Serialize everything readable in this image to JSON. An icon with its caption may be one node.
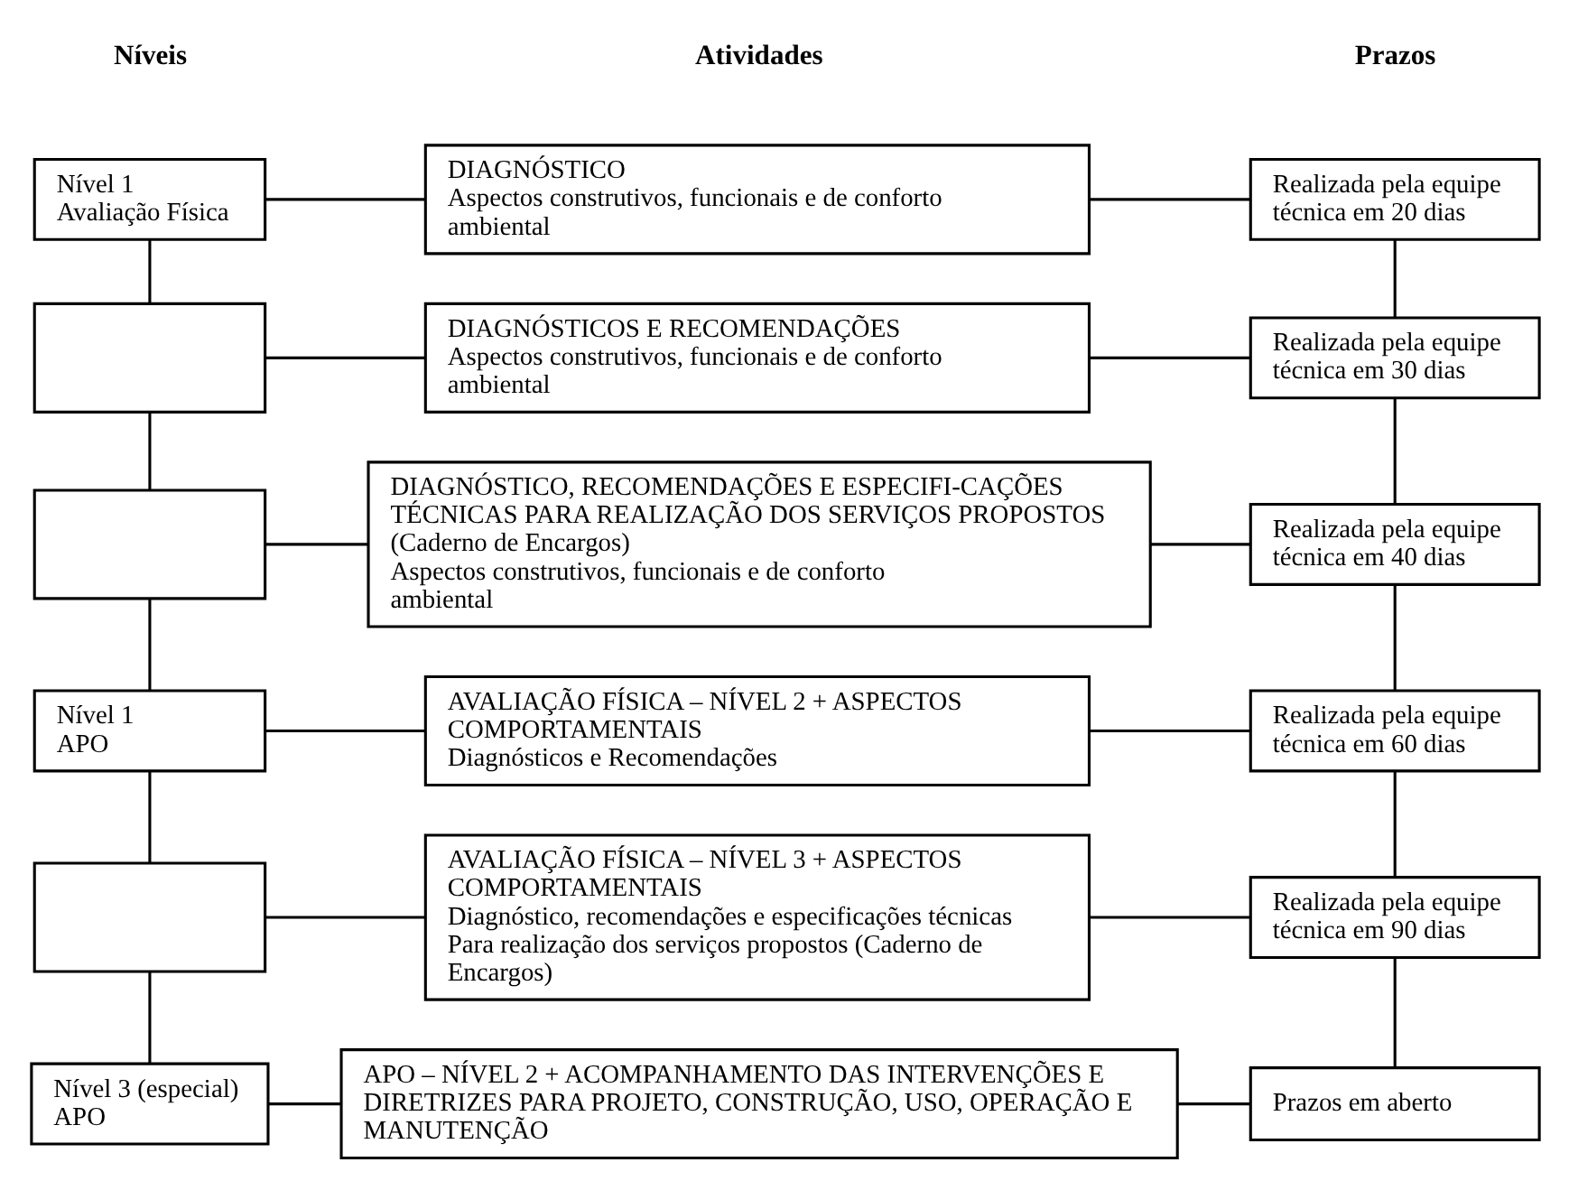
{
  "diagram": {
    "nodes": [
      {
        "text": [
          "Nível 1",
          "Avaliação Física"
        ]
      },
      {
        "text": [
          "DIAGNÓSTICO",
          "Aspectos construtivos, funcionais e de conforto ambiental"
        ]
      },
      {
        "text": [
          "Realizada pela equipe técnica em 20 dias"
        ]
      },
      {
        "text": [],
        "shape": "box"
      },
      {
        "text": [
          "DIAGNÓSTICOS E RECOMENDAÇÕES",
          "Aspectos construtivos, funcionais e de conforto ambiental"
        ]
      },
      {
        "text": [
          "Realizada pela equipe técnica em 30 dias"
        ]
      },
      {
        "text": [],
        "shape": "box"
      },
      {
        "text": [
          "DIAGNÓSTICO, RECOMENDAÇÕES E ESPECIFI-CAÇÕES TÉCNICAS PARA REALIZAÇÃO DOS SERVIÇOS PROPOSTOS (Caderno de Encargos)",
          "Aspectos construtivos, funcionais e de conforto ambiental"
        ]
      },
      {
        "text": [
          "Realizada pela equipe técnica em 40 dias"
        ]
      },
      {
        "text": [
          "Nível 1",
          "APO"
        ]
      },
      {
        "text": [
          "AVALIAÇÃO FÍSICA – NÍVEL 2 + ASPECTOS COMPORTAMENTAIS",
          "Diagnósticos e Recomendações"
        ]
      },
      {
        "text": [
          "Realizada pela equipe técnica em 60 dias"
        ]
      },
      {
        "text": [],
        "shape": "box"
      },
      {
        "text": [
          "AVALIAÇÃO FÍSICA – NÍVEL 3 + ASPECTOS COMPORTAMENTAIS",
          "Diagnóstico, recomendações e especificações técnicas",
          "Para realização dos serviços propostos (Caderno de Encargos)"
        ]
      },
      {
        "text": [
          "Realizada pela equipe técnica em 90 dias"
        ]
      },
      {
        "text": [
          "Nível 3 (especial)",
          "APO"
        ]
      },
      {
        "text": [
          "APO – NÍVEL 2 + ACOMPANHAMENTO DAS INTERVENÇÕES E DIRETRIZES PARA PROJETO, CONSTRUÇÃO, USO, OPERAÇÃO E MANUTENÇÃO"
        ]
      },
      {
        "text": [
          "Prazos em aberto"
        ]
      }
    ],
    "edges": [
      {
        "from": 0,
        "to": 1,
        "arrow": "none"
      },
      {
        "from": 1,
        "to": 2,
        "arrow": "none"
      },
      {
        "from": 3,
        "to": 4,
        "arrow": "none"
      },
      {
        "from": 4,
        "to": 5,
        "arrow": "none"
      },
      {
        "from": 6,
        "to": 7,
        "arrow": "none"
      },
      {
        "from": 7,
        "to": 8,
        "arrow": "none"
      },
      {
        "from": 9,
        "to": 10,
        "arrow": "none"
      },
      {
        "from": 10,
        "to": 11,
        "arrow": "none"
      },
      {
        "from": 12,
        "to": 13,
        "arrow": "none"
      },
      {
        "from": 13,
        "to": 14,
        "arrow": "none"
      },
      {
        "from": 15,
        "to": 16,
        "arrow": "none"
      },
      {
        "from": 16,
        "to": 17,
        "arrow": "none"
      },
      {
        "from": 0,
        "to": 3,
        "arrow": "none"
      },
      {
        "from": 3,
        "to": 6,
        "arrow": "none"
      },
      {
        "from": 6,
        "to": 9,
        "arrow": "none"
      },
      {
        "from": 9,
        "to": 12,
        "arrow": "none"
      },
      {
        "from": 12,
        "to": 15,
        "arrow": "none"
      },
      {
        "from": 2,
        "to": 5,
        "arrow": "none"
      },
      {
        "from": 5,
        "to": 8,
        "arrow": "none"
      },
      {
        "from": 8,
        "to": 11,
        "arrow": "none"
      },
      {
        "from": 11,
        "to": 14,
        "arrow": "none"
      },
      {
        "from": 14,
        "to": 17,
        "arrow": "none"
      }
    ],
    "labels": [
      "Níveis",
      "Atividades",
      "Prazos"
    ]
  }
}
